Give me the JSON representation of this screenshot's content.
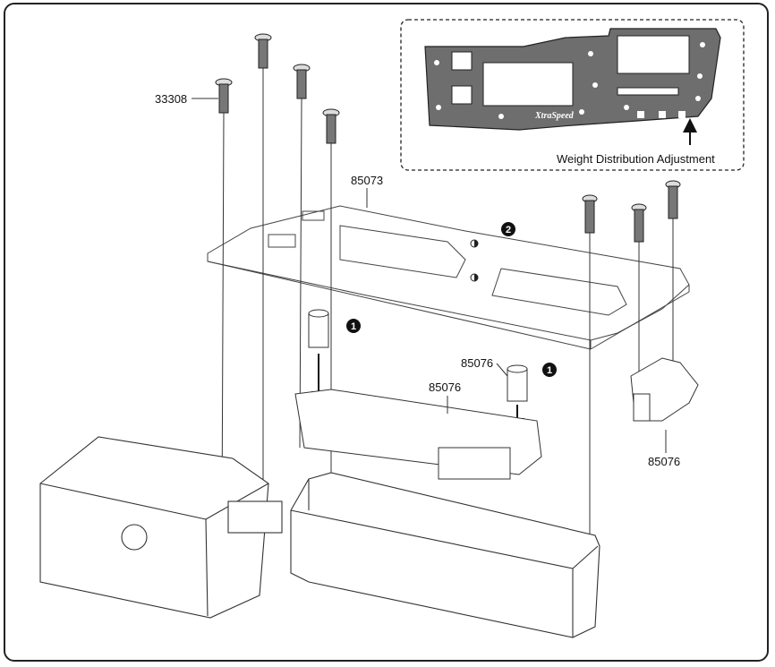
{
  "part_labels": {
    "screw": "33308",
    "chassis_plate": "85073",
    "mount_left": "85076",
    "mount_center": "85076",
    "mount_right": "85076"
  },
  "steps": {
    "step1": "1",
    "step2": "2"
  },
  "inset": {
    "caption": "Weight Distribution Adjustment",
    "logo_text": "XtraSpeed"
  },
  "colors": {
    "outline": "#222222",
    "plate_fill": "#6e6e6e",
    "arrow": "#111111"
  }
}
